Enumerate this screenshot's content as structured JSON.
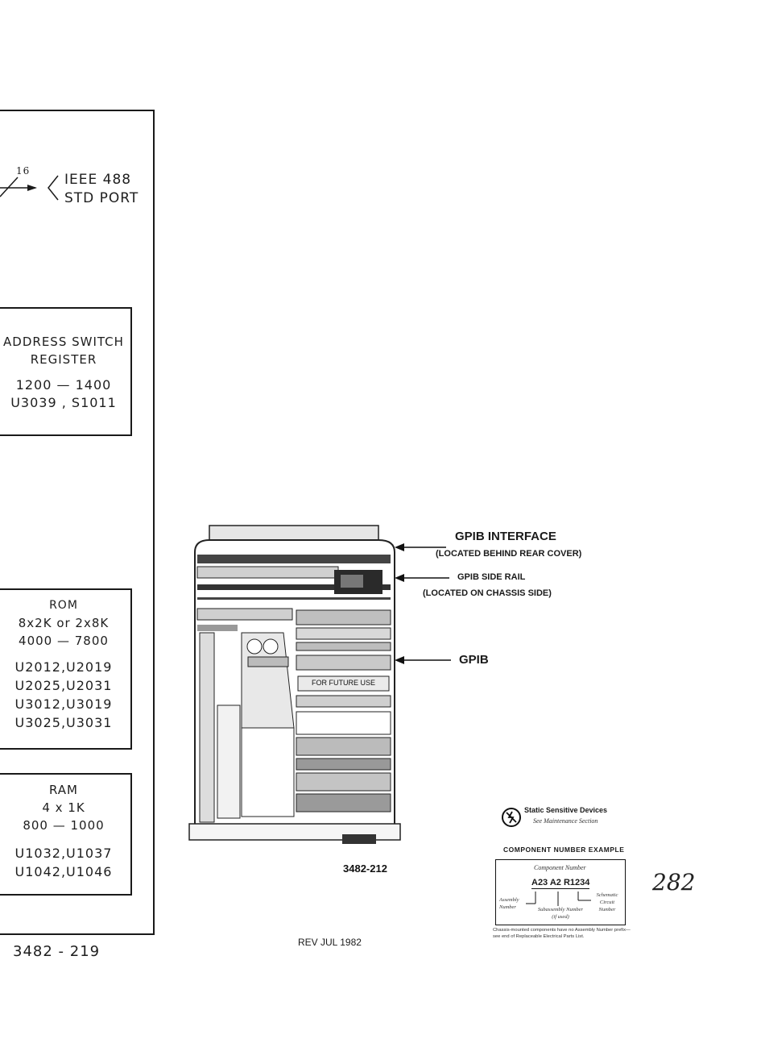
{
  "ieee_port": {
    "bus_width": "16",
    "line1": "IEEE 488",
    "line2": "STD PORT"
  },
  "address_switch": {
    "line1": "ADDRESS SWITCH",
    "line2": "REGISTER",
    "line3": "1200 — 1400",
    "line4": "U3039 , S1011"
  },
  "rom": {
    "title": "ROM",
    "line1": "8x2K or 2x8K",
    "line2": "4000 — 7800",
    "line3": "U2012,U2019",
    "line4": "U2025,U2031",
    "line5": "U3012,U3019",
    "line6": "U3025,U3031"
  },
  "ram": {
    "title": "RAM",
    "line1": "4 x 1K",
    "line2": "800 — 1000",
    "line3": "U1032,U1037",
    "line4": "U1042,U1046"
  },
  "left_figure_number": "3482 - 219",
  "callouts": {
    "gpib_interface": "GPIB INTERFACE",
    "gpib_interface_note": "(LOCATED BEHIND REAR COVER)",
    "gpib_side_rail": "GPIB SIDE RAIL",
    "gpib_side_rail_note": "(LOCATED ON CHASSIS SIDE)",
    "gpib": "GPIB",
    "future_use": "FOR FUTURE USE"
  },
  "figure_number": "3482-212",
  "revision": "REV JUL 1982",
  "static_devices": {
    "title": "Static Sensitive Devices",
    "subtitle": "See Maintenance Section"
  },
  "component_example": {
    "heading": "COMPONENT NUMBER EXAMPLE",
    "component_label": "Component Number",
    "code": "A23 A2 R1234",
    "assembly": "Assembly Number",
    "subassembly": "Subassembly Number (if used)",
    "schematic": "Schematic Circuit Number",
    "note": "Chassis-mounted components have no Assembly Number prefix—see end of Replaceable Electrical Parts List."
  },
  "page_number": "282"
}
